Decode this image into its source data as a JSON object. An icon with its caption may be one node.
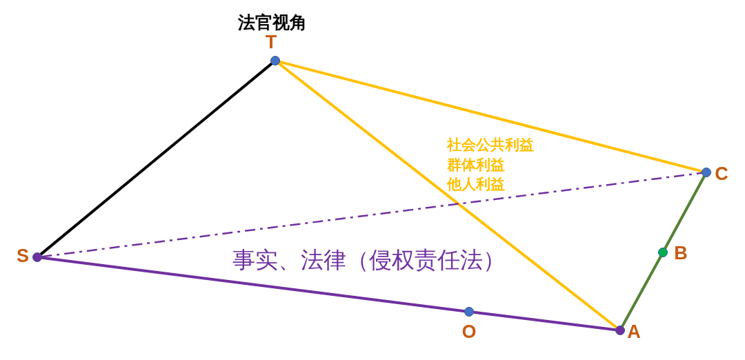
{
  "diagram": {
    "nodes": [
      {
        "text": [],
        "shape": "circle",
        "beside": [
          "法官视角",
          "T"
        ]
      },
      {
        "text": [],
        "shape": "circle",
        "beside": [
          "C"
        ]
      },
      {
        "text": [],
        "shape": "circle",
        "beside": [
          "B"
        ]
      },
      {
        "text": [],
        "shape": "circle",
        "beside": [
          "S"
        ]
      },
      {
        "text": [],
        "shape": "circle",
        "beside": [
          "O"
        ]
      },
      {
        "text": [],
        "shape": "circle",
        "beside": [
          "A"
        ]
      }
    ],
    "edges": [
      {
        "from": 0,
        "to": 3,
        "arrow": "none",
        "color": "#000000"
      },
      {
        "from": 0,
        "to": 1,
        "arrow": "none",
        "color": "#ffc000"
      },
      {
        "from": 0,
        "to": 5,
        "arrow": "none",
        "color": "#ffc000"
      },
      {
        "from": 3,
        "to": 4,
        "arrow": "none",
        "color": "#7030a0"
      },
      {
        "from": 4,
        "to": 5,
        "arrow": "none",
        "color": "#7030a0"
      },
      {
        "from": 5,
        "to": 2,
        "arrow": "none",
        "color": "#548235"
      },
      {
        "from": 2,
        "to": 1,
        "arrow": "none",
        "color": "#548235"
      },
      {
        "from": 3,
        "to": 1,
        "arrow": "none",
        "style": "dashed",
        "color": "#7030a0"
      }
    ],
    "labels": [
      "社会公共利益",
      "群体利益",
      "他人利益",
      "事实、法律（侵权责任法）"
    ]
  }
}
